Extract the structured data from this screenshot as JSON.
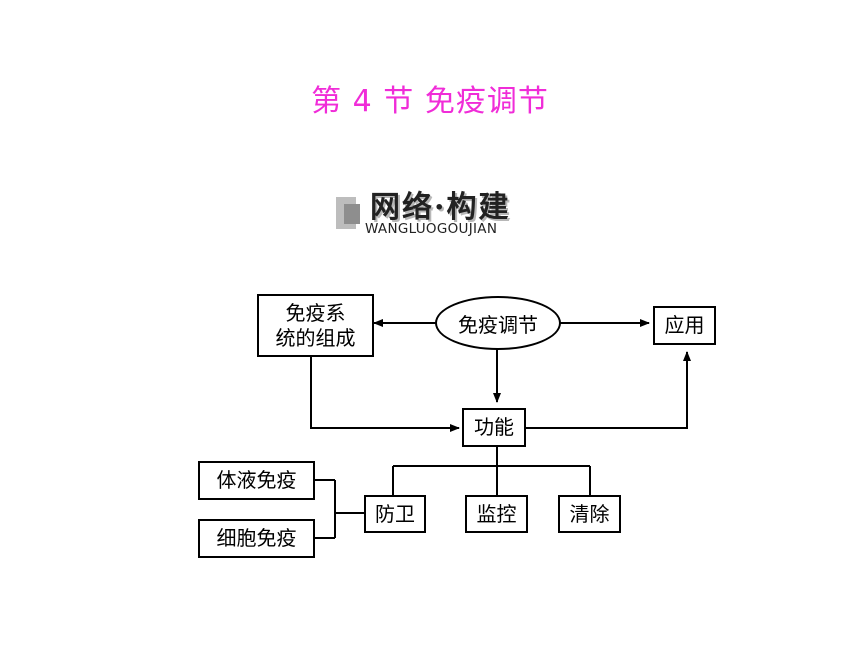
{
  "title": "第 4 节  免疫调节",
  "banner": {
    "heading": "网络·构建",
    "sub": "WANGLUOGOUJIAN"
  },
  "nodes": {
    "center": "免疫调节",
    "composition_line1": "免疫系",
    "composition_line2": "统的组成",
    "application": "应用",
    "function": "功能",
    "defense": "防卫",
    "monitor": "监控",
    "clear": "清除",
    "humoral": "体液免疫",
    "cellular": "细胞免疫"
  },
  "colors": {
    "title": "#f02cd8",
    "line": "#000000"
  }
}
